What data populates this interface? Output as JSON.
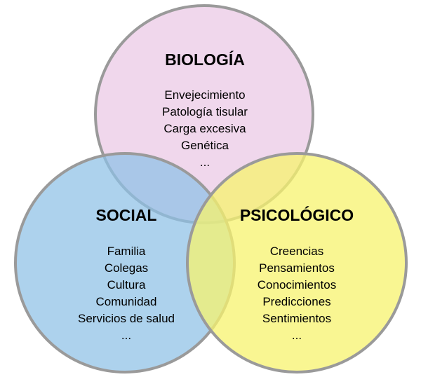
{
  "diagram": {
    "type": "venn",
    "sets": [
      {
        "id": "biologia",
        "title": "BIOLOGÍA",
        "color": "#e6bde0",
        "items": [
          "Envejecimiento",
          "Patología tisular",
          "Carga excesiva",
          "Genética",
          "..."
        ]
      },
      {
        "id": "social",
        "title": "SOCIAL",
        "color": "#8ec1e6",
        "items": [
          "Familia",
          "Colegas",
          "Cultura",
          "Comunidad",
          "Servicios de salud",
          "..."
        ]
      },
      {
        "id": "psicologico",
        "title": "PSICOLÓGICO",
        "color": "#f7f36e",
        "items": [
          "Creencias",
          "Pensamientos",
          "Conocimientos",
          "Predicciones",
          "Sentimientos",
          "..."
        ]
      }
    ],
    "outline_color": "#9a9a9a"
  }
}
